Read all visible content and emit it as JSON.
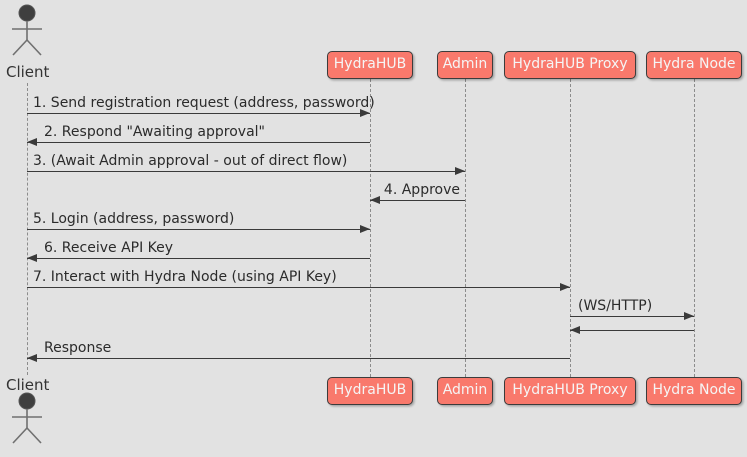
{
  "colors": {
    "background": "#e2e2e2",
    "participant_fill": "#f9796c",
    "participant_border": "#3c3c3c",
    "participant_text": "#f5f5f5",
    "arrow": "#3a3a3a",
    "lifeline": "#8c8c8c",
    "message_text": "#2b2b2b"
  },
  "actor": {
    "label": "Client"
  },
  "participants": [
    {
      "label": "HydraHUB"
    },
    {
      "label": "Admin"
    },
    {
      "label": "HydraHUB Proxy"
    },
    {
      "label": "Hydra Node"
    }
  ],
  "messages": [
    {
      "label": "1. Send registration request (address, password)",
      "from": "Client",
      "to": "HydraHUB",
      "direction": "right"
    },
    {
      "label": "2. Respond \"Awaiting approval\"",
      "from": "HydraHUB",
      "to": "Client",
      "direction": "left"
    },
    {
      "label": "3. (Await Admin approval - out of direct flow)",
      "from": "Client",
      "to": "Admin",
      "direction": "right"
    },
    {
      "label": "4. Approve",
      "from": "Admin",
      "to": "HydraHUB",
      "direction": "left"
    },
    {
      "label": "5. Login (address, password)",
      "from": "Client",
      "to": "HydraHUB",
      "direction": "right"
    },
    {
      "label": "6. Receive API Key",
      "from": "HydraHUB",
      "to": "Client",
      "direction": "left"
    },
    {
      "label": "7. Interact with Hydra Node (using API Key)",
      "from": "Client",
      "to": "HydraHUB Proxy",
      "direction": "right"
    },
    {
      "label": "(WS/HTTP)",
      "from": "HydraHUB Proxy",
      "to": "Hydra Node",
      "direction": "right"
    },
    {
      "label": "",
      "from": "Hydra Node",
      "to": "HydraHUB Proxy",
      "direction": "left"
    },
    {
      "label": "Response",
      "from": "HydraHUB Proxy",
      "to": "Client",
      "direction": "left"
    }
  ]
}
